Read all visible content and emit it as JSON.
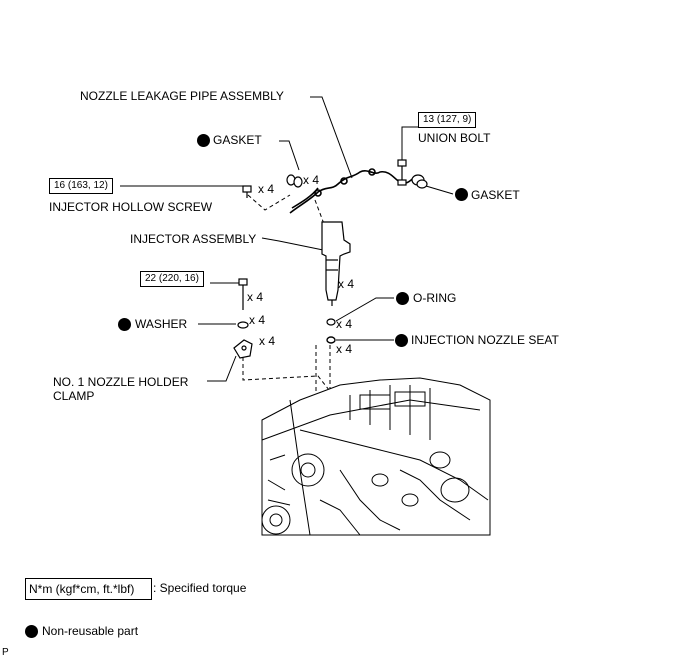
{
  "labels": {
    "nozzle_leakage_pipe": "NOZZLE LEAKAGE PIPE ASSEMBLY",
    "gasket_top": "GASKET",
    "union_bolt": "UNION BOLT",
    "gasket_right": "GASKET",
    "injector_hollow_screw": "INJECTOR HOLLOW SCREW",
    "injector_assembly": "INJECTOR ASSEMBLY",
    "o_ring": "O-RING",
    "washer": "WASHER",
    "injection_nozzle_seat": "INJECTION NOZZLE SEAT",
    "nozzle_holder_clamp_line1": "NO. 1 NOZZLE HOLDER",
    "nozzle_holder_clamp_line2": "CLAMP"
  },
  "torques": {
    "union_bolt": "13 (127, 9)",
    "hollow_screw": "16 (163, 12)",
    "clamp_bolt": "22 (220, 16)"
  },
  "quantities": {
    "gasket": "x 4",
    "hollow_screw": "x 4",
    "injector": "x 4",
    "clamp_bolt": "x 4",
    "washer": "x 4",
    "o_ring": "x 4",
    "clamp": "x 4",
    "nozzle_seat": "x 4"
  },
  "legend": {
    "torque_box": "N*m (kgf*cm, ft.*lbf)",
    "torque_desc": ": Specified torque",
    "non_reusable": "Non-reusable part"
  },
  "footer_code": "P",
  "colors": {
    "ink": "#000000",
    "paper": "#ffffff"
  }
}
